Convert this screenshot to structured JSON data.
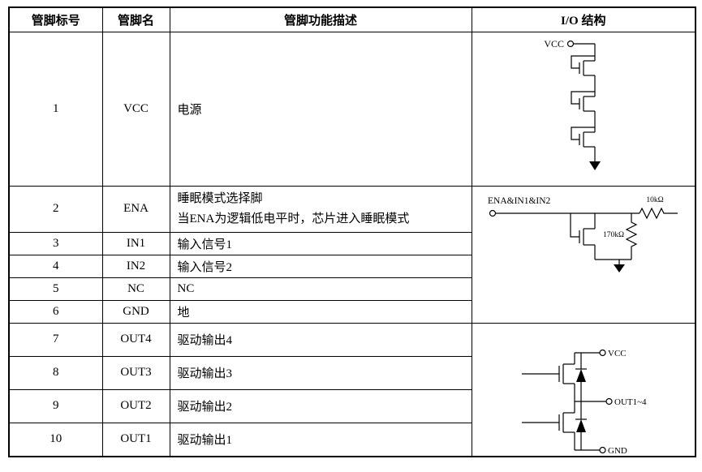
{
  "table": {
    "headers": [
      "管脚标号",
      "管脚名",
      "管脚功能描述",
      "I/O 结构"
    ],
    "rows": [
      {
        "pin": "1",
        "name": "VCC",
        "desc": "电源"
      },
      {
        "pin": "2",
        "name": "ENA",
        "desc_lines": [
          "睡眠模式选择脚",
          "当ENA为逻辑低电平时，芯片进入睡眠模式"
        ]
      },
      {
        "pin": "3",
        "name": "IN1",
        "desc": "输入信号1"
      },
      {
        "pin": "4",
        "name": "IN2",
        "desc": "输入信号2"
      },
      {
        "pin": "5",
        "name": "NC",
        "desc": "NC"
      },
      {
        "pin": "6",
        "name": "GND",
        "desc": "地"
      },
      {
        "pin": "7",
        "name": "OUT4",
        "desc": "驱动输出4"
      },
      {
        "pin": "8",
        "name": "OUT3",
        "desc": "驱动输出3"
      },
      {
        "pin": "9",
        "name": "OUT2",
        "desc": "驱动输出2"
      },
      {
        "pin": "10",
        "name": "OUT1",
        "desc": "驱动输出1"
      }
    ]
  },
  "diagrams": {
    "vcc_structure": {
      "terminal_label": "VCC"
    },
    "input_structure": {
      "terminal_label": "ENA&IN1&IN2",
      "series_resistor": "10kΩ",
      "pulldown_resistor": "170kΩ"
    },
    "output_structure": {
      "top_label": "VCC",
      "mid_label": "OUT1~4",
      "bottom_label": "GND"
    }
  },
  "colors": {
    "line": "#000000",
    "background": "#ffffff"
  }
}
